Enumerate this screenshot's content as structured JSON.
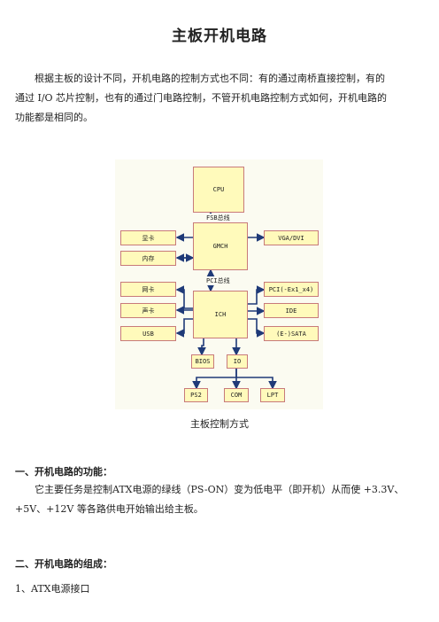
{
  "doc": {
    "title": "主板开机电路",
    "intro_lines": [
      "根据主板的设计不同，开机电路的控制方式也不同：有的通过南桥直接控制，有的",
      "通过 I/O 芯片控制，也有的通过门电路控制，不管开机电路控制方式如何，开机电路的",
      "功能都是相同的。"
    ],
    "caption": "主板控制方式",
    "section1_heading": "一、开机电路的功能：",
    "section1_lines": [
      "它主要任务是控制ATX电源的绿线（PS-ON）变为低电平（即开机）从而使 +3.3V、",
      "+5V、+12V 等各路供电开始输出给主板。"
    ],
    "section2_heading": "二、开机电路的组成：",
    "item1": "1、ATX电源接口"
  },
  "diagram": {
    "cpu": "CPU",
    "gmch": "GMCH",
    "ich": "ICH",
    "fsb_label": "FSB总线",
    "pci_label": "PCI总线",
    "gpu_card": "显卡",
    "memory": "内存",
    "vga": "VGA/DVI",
    "nic": "网卡",
    "sound": "声卡",
    "usb": "USB",
    "pci_slot": "PCI(-Ex1_x4)",
    "ide": "IDE",
    "sata": "(E-)SATA",
    "bios": "BIOS",
    "io": "IO",
    "ps2": "PS2",
    "com": "COM",
    "lpt": "LPT",
    "colors": {
      "box_fill": "#fffabb",
      "box_border": "#c87a7a",
      "arrow": "#1f3a78",
      "panel": "#fbfbf1"
    }
  }
}
